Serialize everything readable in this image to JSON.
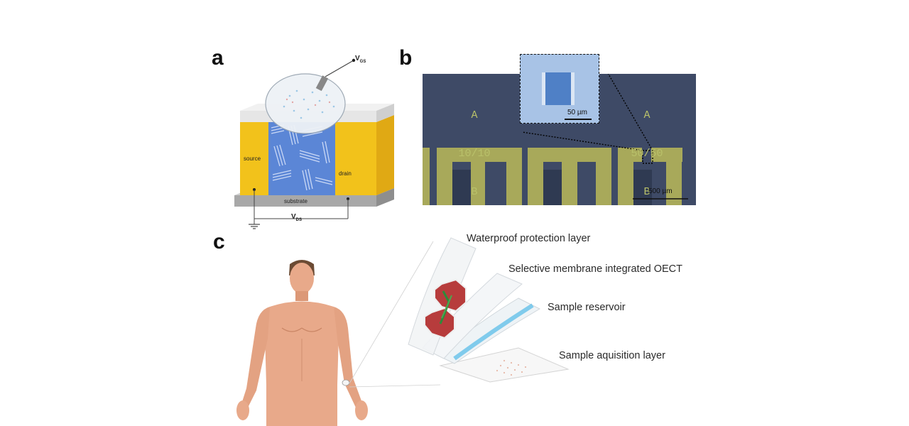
{
  "panels": {
    "a": {
      "letter": "a",
      "labels": {
        "vgs": "V",
        "vgs_sub": "GS",
        "source": "source",
        "drain": "drain",
        "substrate": "substrate",
        "vds": "V",
        "vds_sub": "DS"
      }
    },
    "b": {
      "letter": "b",
      "chip_left_text": [
        "A",
        "10/10",
        "B"
      ],
      "chip_right_text": [
        "A",
        "50/50",
        "B"
      ],
      "inset_scale": "50 µm",
      "main_scale": "500 µm"
    },
    "c": {
      "letter": "c",
      "layers": [
        "Waterproof protection layer",
        "Selective membrane integrated OECT",
        "Sample reservoir",
        "Sample aquisition layer"
      ]
    }
  },
  "colors": {
    "gold": "#f2c21b",
    "channel_blue": "#5b86d6",
    "chip_bg": "#3e4a66",
    "electrode_yellow": "#a8a95a",
    "skin": "#e8a98a",
    "reservoir_blue": "#6cc3ea"
  }
}
